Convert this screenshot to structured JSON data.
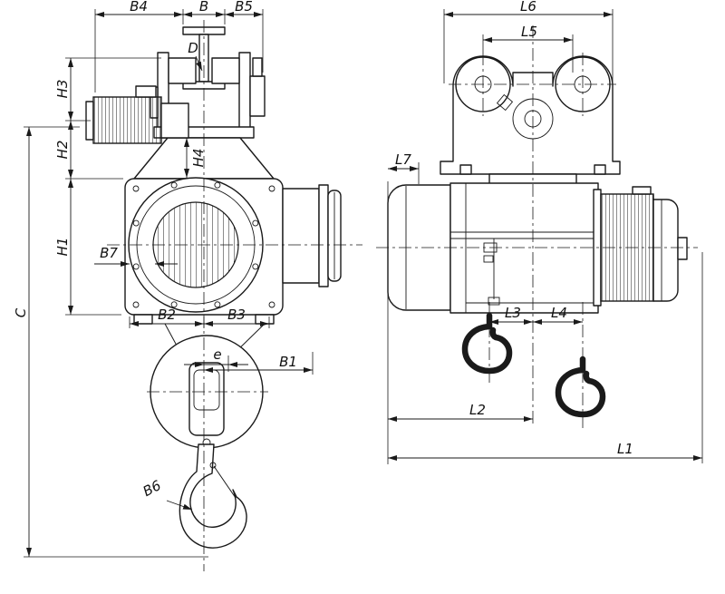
{
  "colors": {
    "background": "#ffffff",
    "line": "#1a1a1a"
  },
  "labels": {
    "front": {
      "B4": "B4",
      "B": "B",
      "B5": "B5",
      "D": "D",
      "H3": "H3",
      "H2": "H2",
      "H1": "H1",
      "H4": "H4",
      "B7": "B7",
      "C": "C",
      "B2": "B2",
      "B3": "B3",
      "e": "e",
      "B1": "B1",
      "B6": "B6"
    },
    "side": {
      "L6": "L6",
      "L5": "L5",
      "L7": "L7",
      "L3": "L3",
      "L4": "L4",
      "L2": "L2",
      "L1": "L1"
    }
  }
}
